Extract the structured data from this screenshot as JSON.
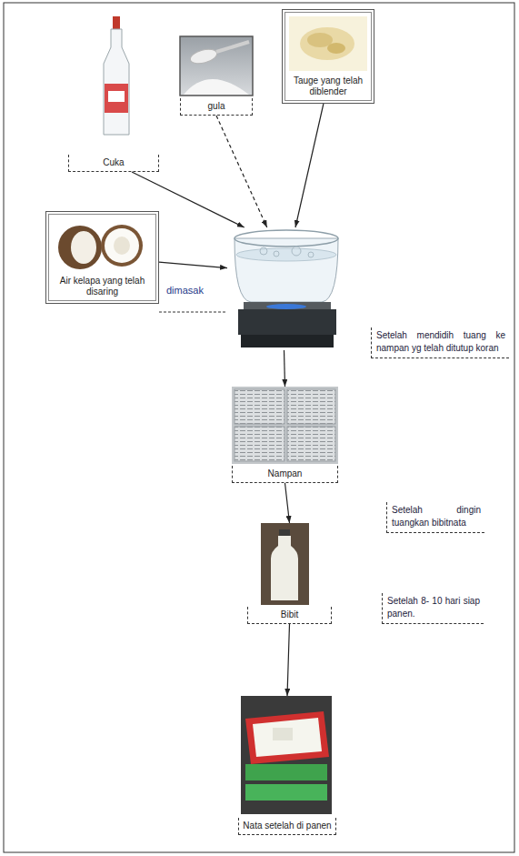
{
  "diagram": {
    "nodes": [
      {
        "text": [
          "Cuka"
        ]
      },
      {
        "text": [
          "gula"
        ]
      },
      {
        "text": [
          "Tauge yang telah diblender"
        ]
      },
      {
        "text": [
          "Air kelapa yang telah disaring"
        ]
      },
      {
        "text": []
      },
      {
        "text": [
          "Nampan"
        ]
      },
      {
        "text": [
          "Bibit"
        ]
      },
      {
        "text": [
          "Nata setelah di panen"
        ]
      }
    ],
    "edges": [
      {
        "from": 0,
        "to": 4,
        "arrow": "to"
      },
      {
        "from": 1,
        "to": 4,
        "arrow": "to"
      },
      {
        "from": 2,
        "to": 4,
        "arrow": "to"
      },
      {
        "from": 3,
        "to": 4,
        "label": "dimasak",
        "arrow": "to"
      },
      {
        "from": 4,
        "to": 5,
        "label": "Setelah mendidih tuang ke nampan yg telah ditutup koran",
        "arrow": "to"
      },
      {
        "from": 5,
        "to": 6,
        "label": "Setelah dingin tuangkan bibitnata",
        "arrow": "to"
      },
      {
        "from": 6,
        "to": 7,
        "label": "Setelah 8- 10 hari siap panen.",
        "arrow": "to"
      }
    ]
  }
}
